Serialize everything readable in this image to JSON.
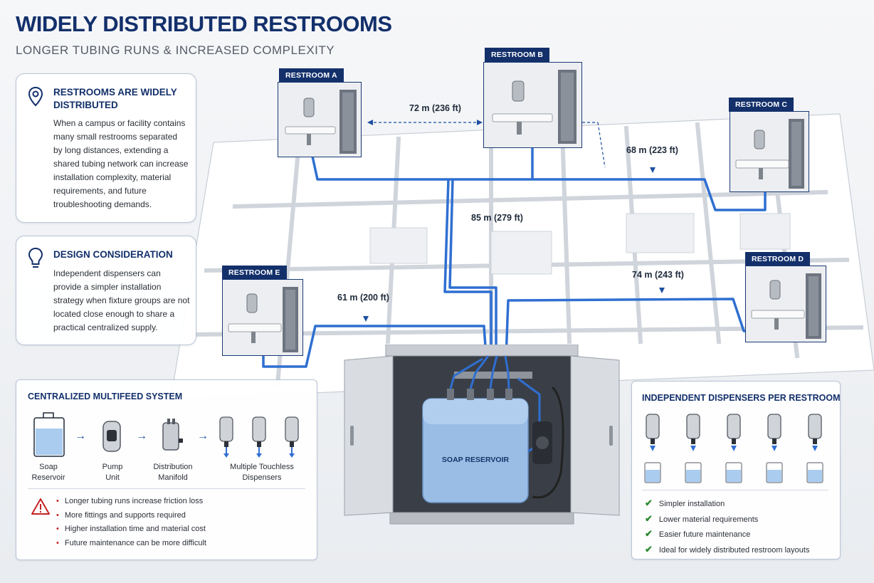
{
  "title": "WIDELY DISTRIBUTED RESTROOMS",
  "subtitle": "LONGER TUBING RUNS & INCREASED COMPLEXITY",
  "cards": {
    "distributed": {
      "heading_line1": "RESTROOMS ARE WIDELY",
      "heading_line2": "DISTRIBUTED",
      "body": "When a campus or facility contains many small restrooms separated by long distances, extending a shared tubing network can increase installation complexity, material requirements, and future troubleshooting demands."
    },
    "design": {
      "heading": "DESIGN CONSIDERATION",
      "body": "Independent dispensers can provide a simpler installation strategy when fixture groups are not located close enough to share a practical centralized supply."
    }
  },
  "restrooms": {
    "a": "RESTROOM A",
    "b": "RESTROOM B",
    "c": "RESTROOM C",
    "d": "RESTROOM D",
    "e": "RESTROOM E"
  },
  "distances": {
    "ab": "72 m (236 ft)",
    "bc": "68 m (223 ft)",
    "main": "85 m (279 ft)",
    "e": "61 m (200 ft)",
    "d": "74 m (243 ft)"
  },
  "cabinet": {
    "reservoir_label": "SOAP RESERVOIR"
  },
  "centralized": {
    "title": "CENTRALIZED MULTIFEED SYSTEM",
    "step1_line1": "Soap",
    "step1_line2": "Reservoir",
    "step2_line1": "Pump",
    "step2_line2": "Unit",
    "step3_line1": "Distribution",
    "step3_line2": "Manifold",
    "step4_line1": "Multiple Touchless",
    "step4_line2": "Dispensers",
    "drawbacks": [
      "Longer tubing runs increase friction loss",
      "More fittings and supports required",
      "Higher installation time and material cost",
      "Future maintenance can be more difficult"
    ]
  },
  "independent": {
    "title": "INDEPENDENT DISPENSERS PER RESTROOM",
    "benefits": [
      "Simpler installation",
      "Lower material requirements",
      "Easier future maintenance",
      "Ideal for widely distributed restroom layouts"
    ]
  },
  "colors": {
    "navy": "#13306b",
    "tubing": "#2f6fd1",
    "soap": "#9fc4ee",
    "warning": "#c42323",
    "check": "#2e8b2e"
  }
}
